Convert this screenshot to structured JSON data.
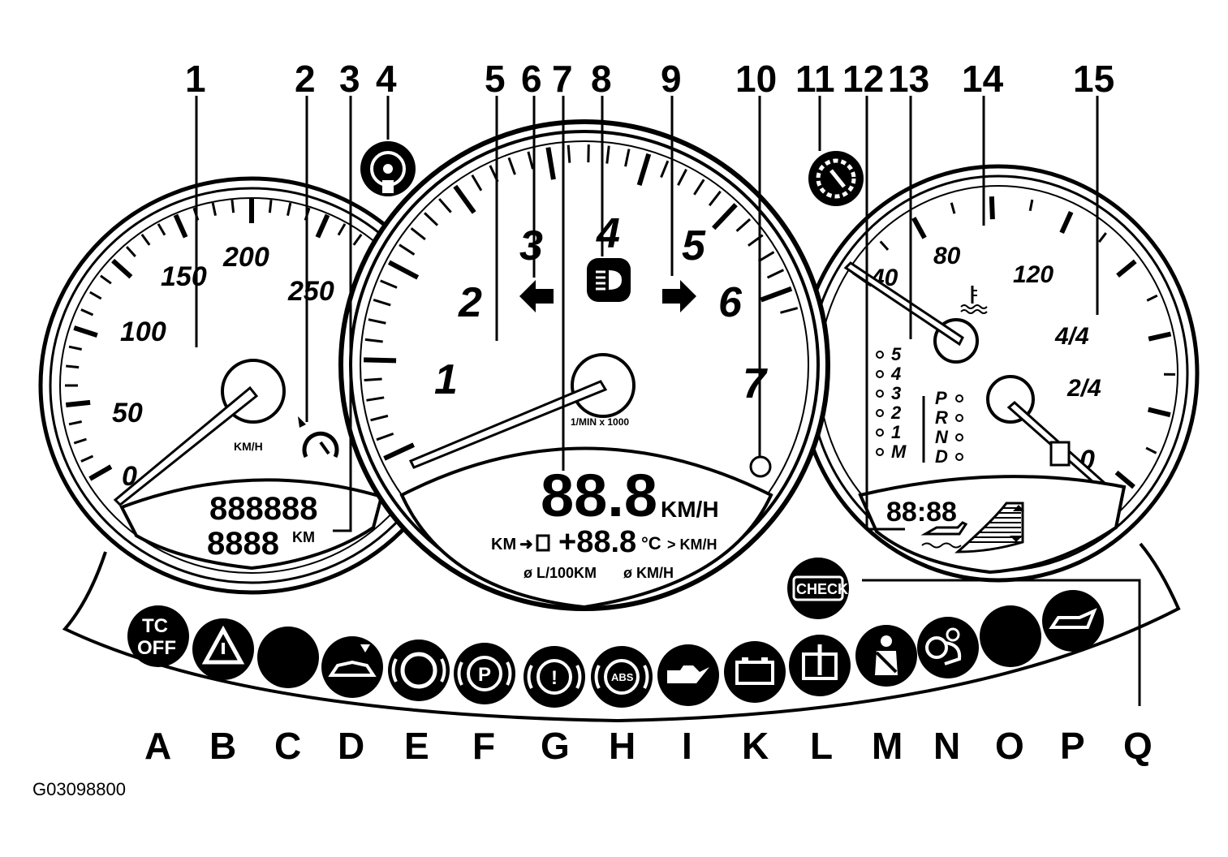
{
  "callouts": [
    "1",
    "2",
    "3",
    "4",
    "5",
    "6",
    "7",
    "8",
    "9",
    "10",
    "11",
    "12",
    "13",
    "14",
    "15"
  ],
  "letters": [
    "A",
    "B",
    "C",
    "D",
    "E",
    "F",
    "G",
    "H",
    "I",
    "K",
    "L",
    "M",
    "N",
    "O",
    "P",
    "Q"
  ],
  "reference": "G03098800",
  "speedometer": {
    "scale": [
      "0",
      "50",
      "100",
      "150",
      "200",
      "250"
    ],
    "unit": "KM/H",
    "odometer": "888888",
    "trip": "8888",
    "trip_unit": "KM"
  },
  "tachometer": {
    "scale": [
      "1",
      "2",
      "3",
      "4",
      "5",
      "6",
      "7"
    ],
    "unit": "1/MIN x 1000",
    "display_value": "88.8",
    "display_unit": "KM/H",
    "info_km": "KM",
    "info_value": "+88.8",
    "info_celsius": "°C",
    "info_kmh": "> KM/H",
    "avg_consumption": "ø L/100KM",
    "avg_speed": "ø KM/H"
  },
  "right_gauge": {
    "temp_scale": [
      "40",
      "80",
      "120"
    ],
    "fuel_scale": [
      "0",
      "2/4",
      "4/4"
    ],
    "gears_left": [
      "5",
      "4",
      "3",
      "2",
      "1",
      "M"
    ],
    "gears_right": [
      "P",
      "R",
      "N",
      "D"
    ],
    "clock": "88:88"
  },
  "warning_lights": [
    {
      "letter": "A",
      "icon": "tc-off-icon",
      "text": "TC OFF"
    },
    {
      "letter": "B",
      "icon": "hazard-triangle-icon",
      "text": ""
    },
    {
      "letter": "C",
      "icon": "blank-lamp-icon",
      "text": ""
    },
    {
      "letter": "D",
      "icon": "convertible-roof-icon",
      "text": ""
    },
    {
      "letter": "E",
      "icon": "brake-pad-icon",
      "text": ""
    },
    {
      "letter": "F",
      "icon": "parking-brake-icon",
      "text": "P"
    },
    {
      "letter": "G",
      "icon": "brake-warning-icon",
      "text": "!"
    },
    {
      "letter": "H",
      "icon": "abs-icon",
      "text": "ABS"
    },
    {
      "letter": "I",
      "icon": "oil-pressure-icon",
      "text": ""
    },
    {
      "letter": "K",
      "icon": "battery-icon",
      "text": ""
    },
    {
      "letter": "L",
      "icon": "coolant-icon",
      "text": ""
    },
    {
      "letter": "M",
      "icon": "seat-belt-icon",
      "text": ""
    },
    {
      "letter": "N",
      "icon": "airbag-icon",
      "text": ""
    },
    {
      "letter": "O",
      "icon": "blank-lamp-icon",
      "text": ""
    },
    {
      "letter": "P",
      "icon": "trunk-open-icon",
      "text": ""
    },
    {
      "letter": "Q",
      "icon": "check-engine-icon",
      "text": "CHECK"
    }
  ]
}
